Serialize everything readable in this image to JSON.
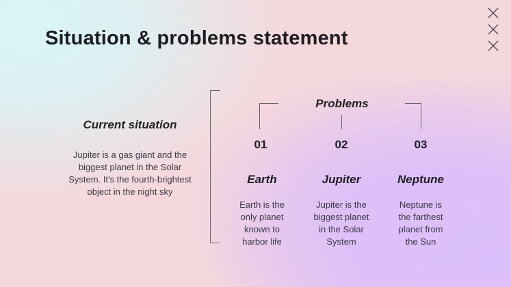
{
  "slide": {
    "title": "Situation & problems statement",
    "decor_icons": [
      "close-icon",
      "close-icon",
      "close-icon"
    ],
    "colors": {
      "text_dark": "#1c1c22",
      "bg_cyan": "#d8f5f6",
      "bg_pink": "#f5d8dc",
      "bg_lavender": "#dcc0fb",
      "line": "#666666"
    }
  },
  "current_situation": {
    "heading": "Current situation",
    "lines": [
      "Jupiter is a gas giant and the",
      "biggest planet in the Solar",
      "System. It's the fourth-brightest",
      "object in the night sky"
    ]
  },
  "problems": {
    "heading": "Problems",
    "items": [
      {
        "number": "01",
        "name": "Earth",
        "lines": [
          "Earth is the",
          "only planet",
          "known to",
          "harbor life"
        ]
      },
      {
        "number": "02",
        "name": "Jupiter",
        "lines": [
          "Jupiter is the",
          "biggest planet",
          "in the Solar",
          "System"
        ]
      },
      {
        "number": "03",
        "name": "Neptune",
        "lines": [
          "Neptune is",
          "the farthest",
          "planet from",
          "the Sun"
        ]
      }
    ]
  }
}
